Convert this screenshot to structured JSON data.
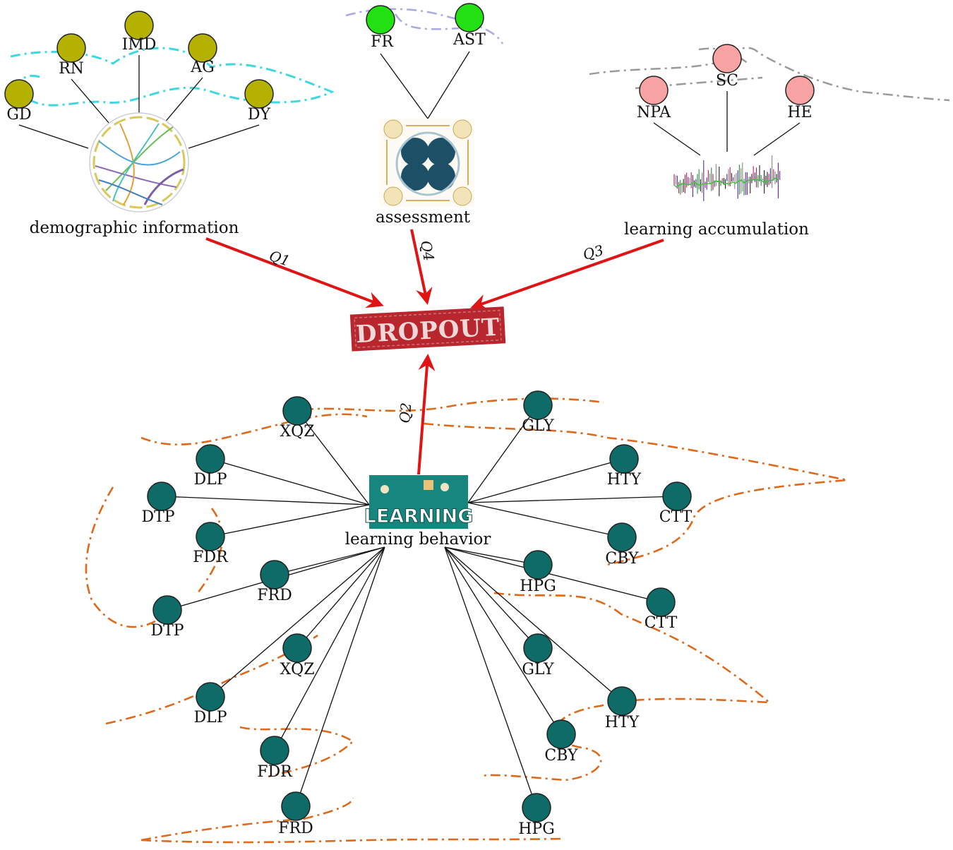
{
  "colors": {
    "demographic": "#b5b100",
    "assessment": "#22e012",
    "accumulation": "#f7a3a3",
    "behavior": "#0f6b68",
    "arrow": "#e01414",
    "stamp": "#b8262e",
    "banner": "#17867f",
    "trail_cyan": "#3fd8e0",
    "trail_lavender": "#a9a9e6",
    "trail_gray": "#9a9a9a",
    "trail_orange": "#dd6a1c"
  },
  "center": {
    "label": "DROPOUT"
  },
  "groups": {
    "demographic": {
      "label": "demographic information",
      "icon": "chord-diagram-icon",
      "nodes": [
        "GD",
        "RN",
        "IMD",
        "AG",
        "DY"
      ]
    },
    "assessment": {
      "label": "assessment",
      "icon": "cycle-diagram-icon",
      "nodes": [
        "FR",
        "AST"
      ]
    },
    "accumulation": {
      "label": "learning accumulation",
      "icon": "noise-signal-icon",
      "nodes": [
        "NPA",
        "SC",
        "HE"
      ]
    },
    "behavior": {
      "label": "learning behavior",
      "icon": "learning-banner-icon",
      "banner_text": "LEARNING",
      "nodes": [
        "XQZ",
        "GLY",
        "DLP",
        "HTY",
        "DTP",
        "CTT",
        "FDR",
        "CBY",
        "FRD",
        "HPG",
        "DTP",
        "CTT",
        "XQZ",
        "GLY",
        "DLP",
        "HTY",
        "CBY",
        "FDR",
        "FRD",
        "HPG"
      ]
    }
  },
  "questions": {
    "q1": "Q1",
    "q2": "Q2",
    "q3": "Q3",
    "q4": "Q4"
  }
}
